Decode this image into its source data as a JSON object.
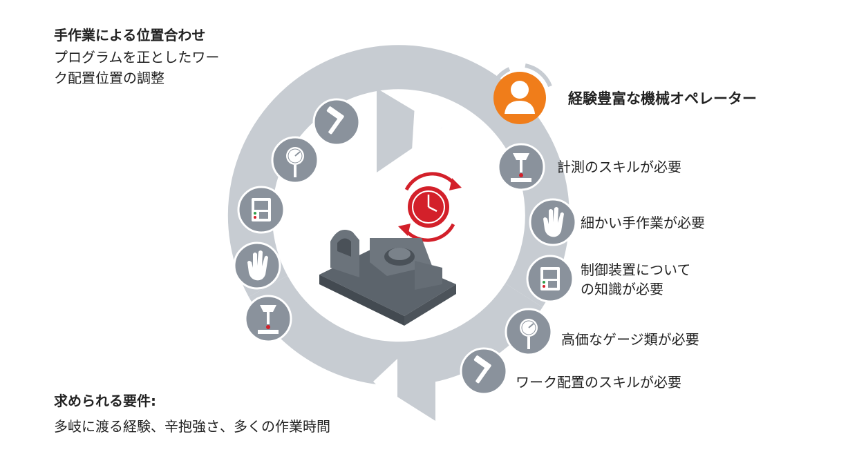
{
  "top_left": {
    "title": "手作業による位置合わせ",
    "description_line1": "プログラムを正としたワー",
    "description_line2": "ク配置位置の調整"
  },
  "operator": {
    "label": "経験豊富な機械オペレーター",
    "accent_color": "#F07D1A"
  },
  "requirements": [
    {
      "icon": "probe-icon",
      "text": "計測のスキルが必要"
    },
    {
      "icon": "hand-icon",
      "text": "細かい手作業が必要"
    },
    {
      "icon": "control-panel-icon",
      "text_line1": "制御装置について",
      "text_line2": "の知識が必要"
    },
    {
      "icon": "gauge-icon",
      "text": "高価なゲージ類が必要"
    },
    {
      "icon": "hammer-icon",
      "text": "ワーク配置のスキルが必要"
    }
  ],
  "bottom_left": {
    "title": "求められる要件:",
    "description": "多岐に渡る経験、辛抱強さ、多くの作業時間"
  },
  "colors": {
    "cycle_gray": "#C7CCD2",
    "icon_circle": "#8A929C",
    "clock_red": "#D3202A",
    "part_gray": "#5C646C"
  }
}
